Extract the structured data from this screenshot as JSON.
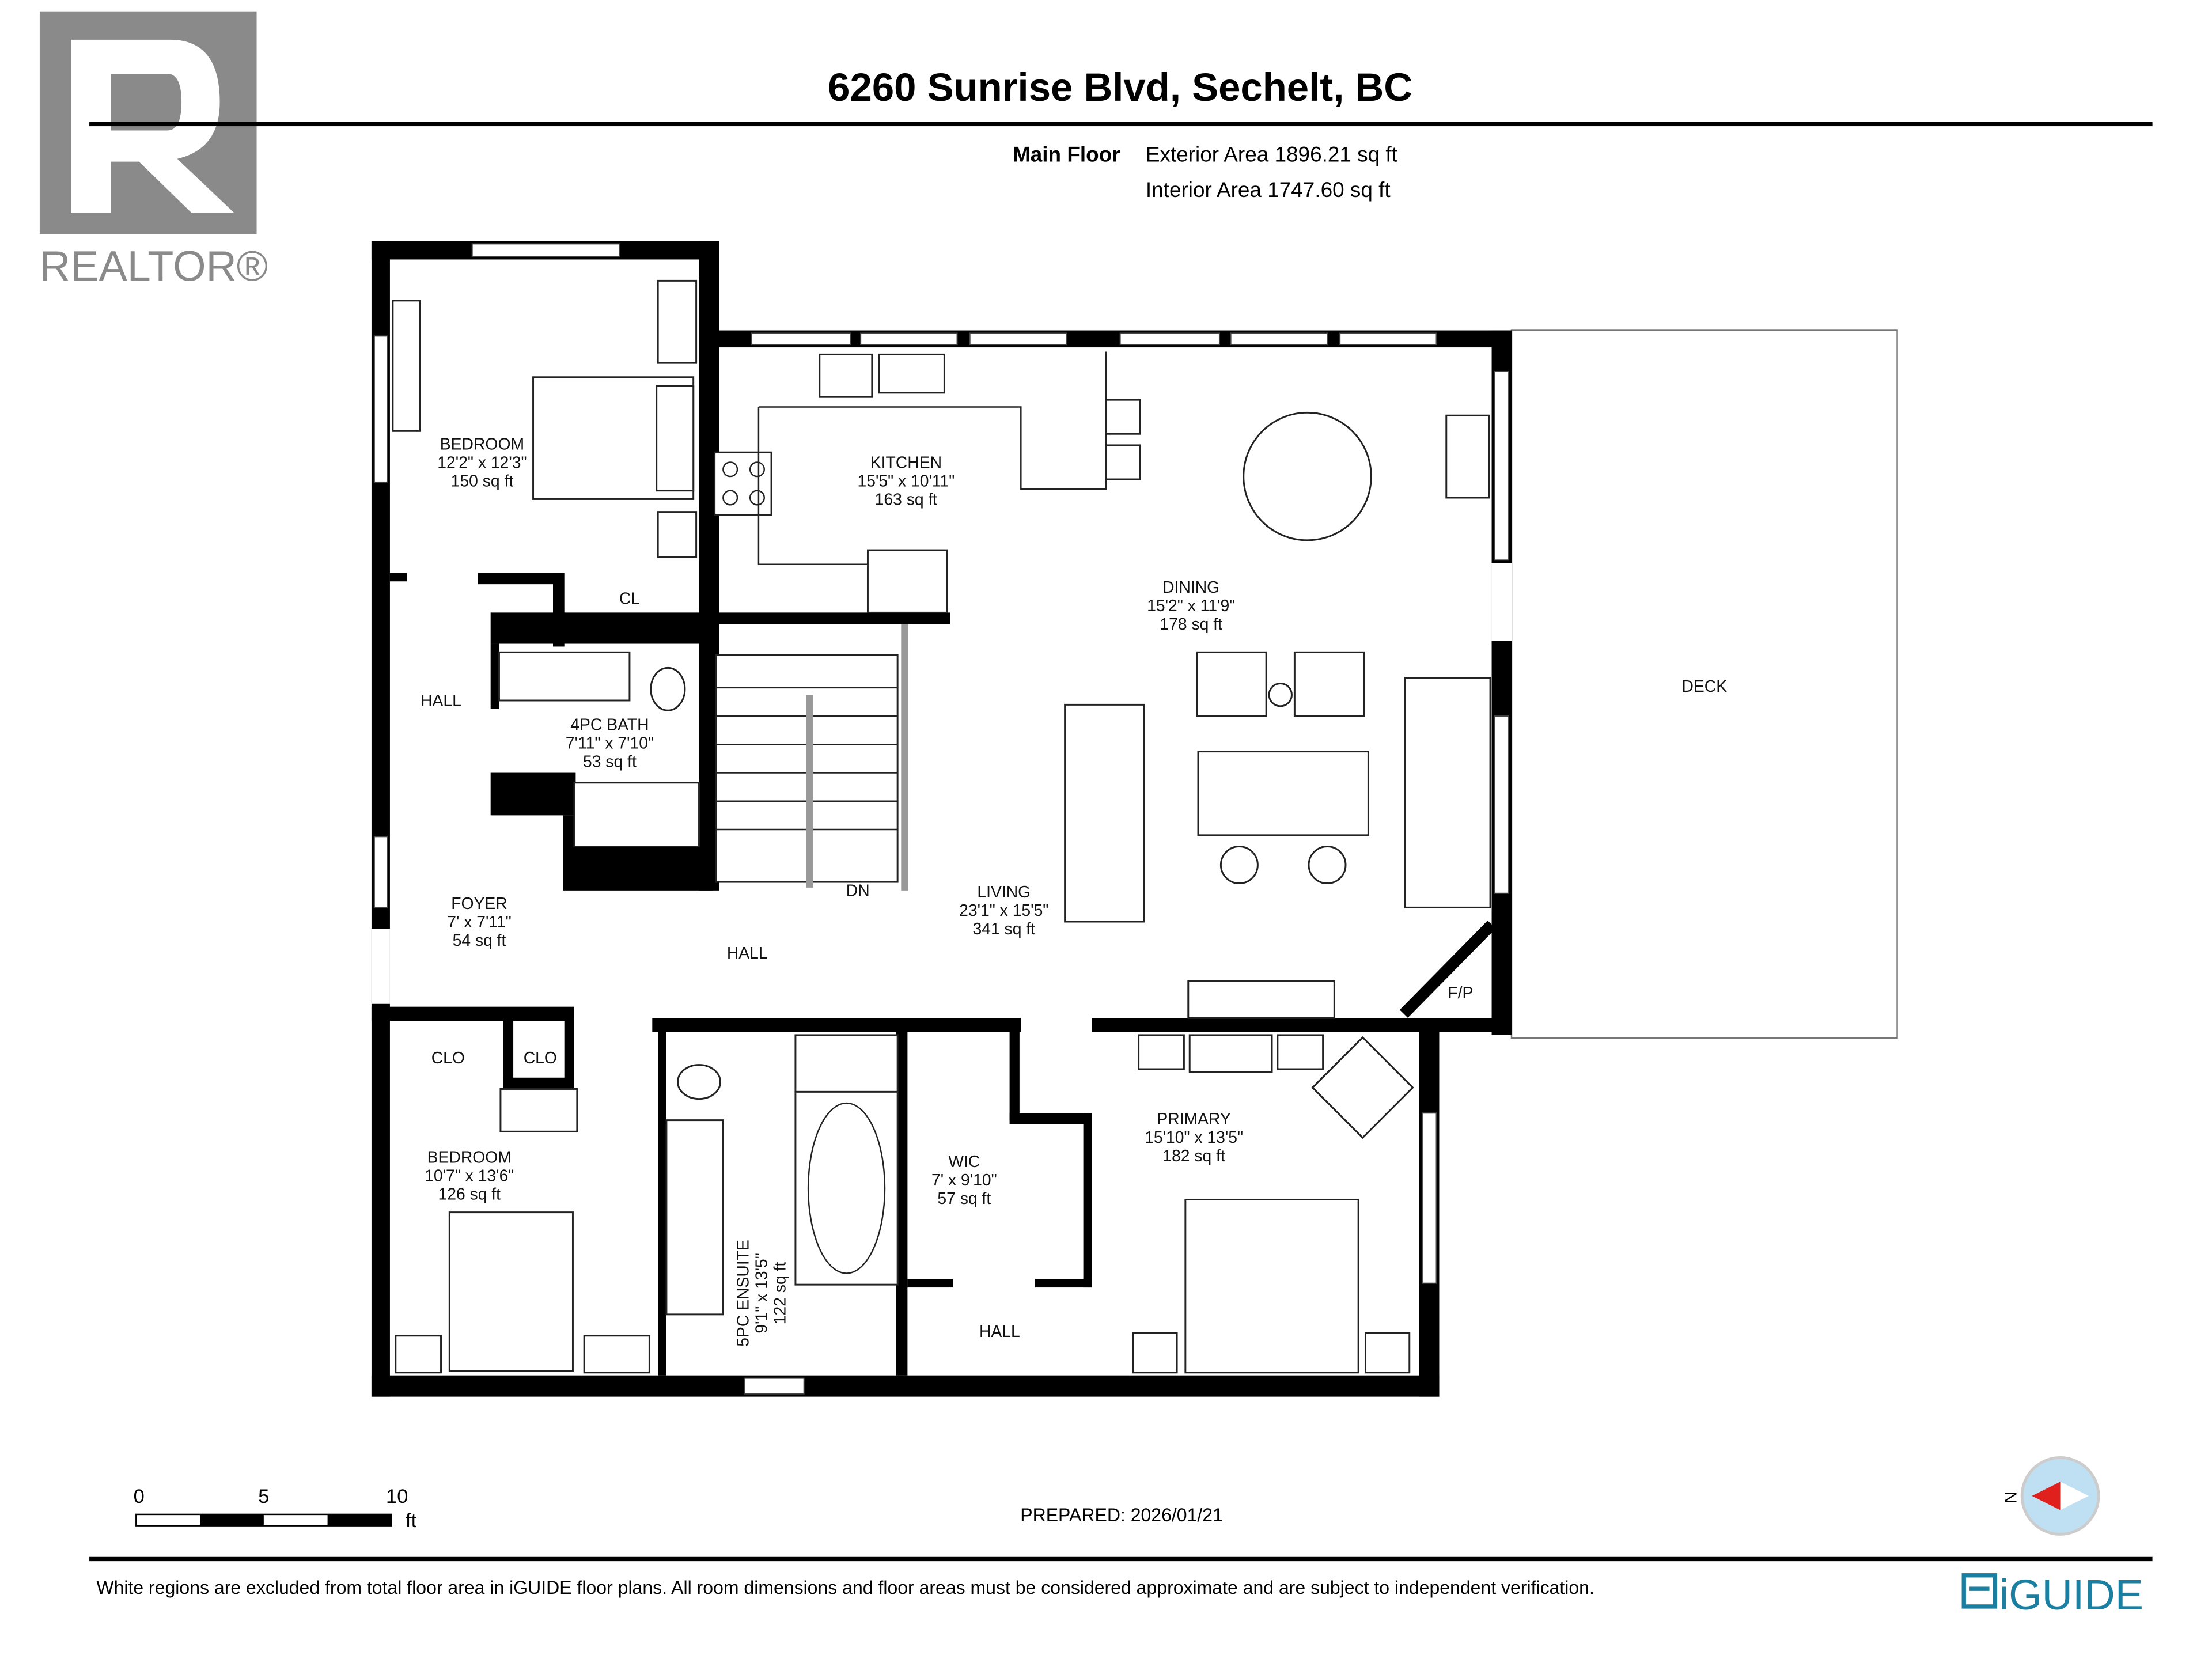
{
  "header": {
    "title": "6260 Sunrise Blvd, Sechelt, BC",
    "floor_label": "Main Floor",
    "exterior_area": "Exterior Area 1896.21 sq ft",
    "interior_area": "Interior Area 1747.60 sq ft"
  },
  "logos": {
    "realtor": "REALTOR®",
    "iguide": "iGUIDE",
    "iguide_color": "#1a7fa0",
    "realtor_color": "#8a8a8a"
  },
  "rooms": {
    "bedroom1": {
      "name": "BEDROOM",
      "dims": "12'2\" x 12'3\"",
      "area": "150 sq ft"
    },
    "kitchen": {
      "name": "KITCHEN",
      "dims": "15'5\" x 10'11\"",
      "area": "163 sq ft"
    },
    "dining": {
      "name": "DINING",
      "dims": "15'2\" x 11'9\"",
      "area": "178 sq ft"
    },
    "closet": {
      "name": "CL"
    },
    "hall_upper": {
      "name": "HALL"
    },
    "bath4": {
      "name": "4PC BATH",
      "dims": "7'11\" x 7'10\"",
      "area": "53 sq ft"
    },
    "foyer": {
      "name": "FOYER",
      "dims": "7' x 7'11\"",
      "area": "54 sq ft"
    },
    "stairs": {
      "name": "DN"
    },
    "living": {
      "name": "LIVING",
      "dims": "23'1\" x 15'5\"",
      "area": "341 sq ft"
    },
    "hall_mid": {
      "name": "HALL"
    },
    "deck": {
      "name": "DECK"
    },
    "fireplace": {
      "name": "F/P"
    },
    "clo1": {
      "name": "CLO"
    },
    "clo2": {
      "name": "CLO"
    },
    "bedroom2": {
      "name": "BEDROOM",
      "dims": "10'7\" x 13'6\"",
      "area": "126 sq ft"
    },
    "ensuite": {
      "name": "5PC ENSUITE",
      "dims": "9'1\" x 13'5\"",
      "area": "122 sq ft"
    },
    "wic": {
      "name": "WIC",
      "dims": "7' x 9'10\"",
      "area": "57 sq ft"
    },
    "primary": {
      "name": "PRIMARY",
      "dims": "15'10\" x 13'5\"",
      "area": "182 sq ft"
    },
    "hall_lower": {
      "name": "HALL"
    }
  },
  "scale": {
    "ticks": [
      "0",
      "5",
      "10"
    ],
    "unit": "ft"
  },
  "prepared": "PREPARED: 2026/01/21",
  "compass": {
    "label": "N",
    "arrow_color": "#e0201c",
    "ring_color": "#bfe0f2"
  },
  "footer": {
    "disclaimer": "White regions are excluded from total floor area in iGUIDE floor plans. All room dimensions and floor areas must be considered approximate and are subject to independent verification."
  }
}
